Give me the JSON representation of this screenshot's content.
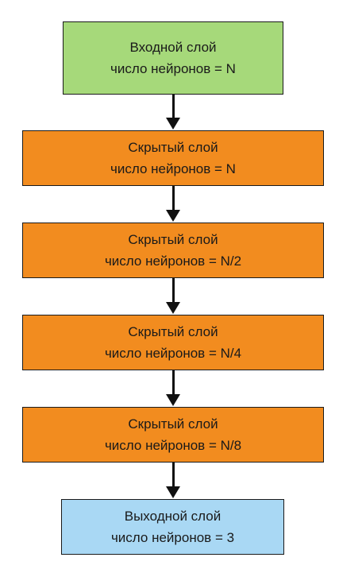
{
  "layers": [
    {
      "kind": "input",
      "title": "Входной слой",
      "neurons": "число нейронов =  N"
    },
    {
      "kind": "hidden",
      "title": "Скрытый слой",
      "neurons": "число нейронов =  N"
    },
    {
      "kind": "hidden",
      "title": "Скрытый слой",
      "neurons": "число нейронов =  N/2"
    },
    {
      "kind": "hidden",
      "title": "Скрытый слой",
      "neurons": "число нейронов =  N/4"
    },
    {
      "kind": "hidden",
      "title": "Скрытый слой",
      "neurons": "число нейронов =  N/8"
    },
    {
      "kind": "output",
      "title": "Выходной слой",
      "neurons": "число нейронов = 3"
    }
  ],
  "colors": {
    "input": "#a6d97a",
    "hidden": "#f28c1f",
    "output": "#a9d8f4",
    "border": "#1a1a1a",
    "arrow": "#111111"
  }
}
